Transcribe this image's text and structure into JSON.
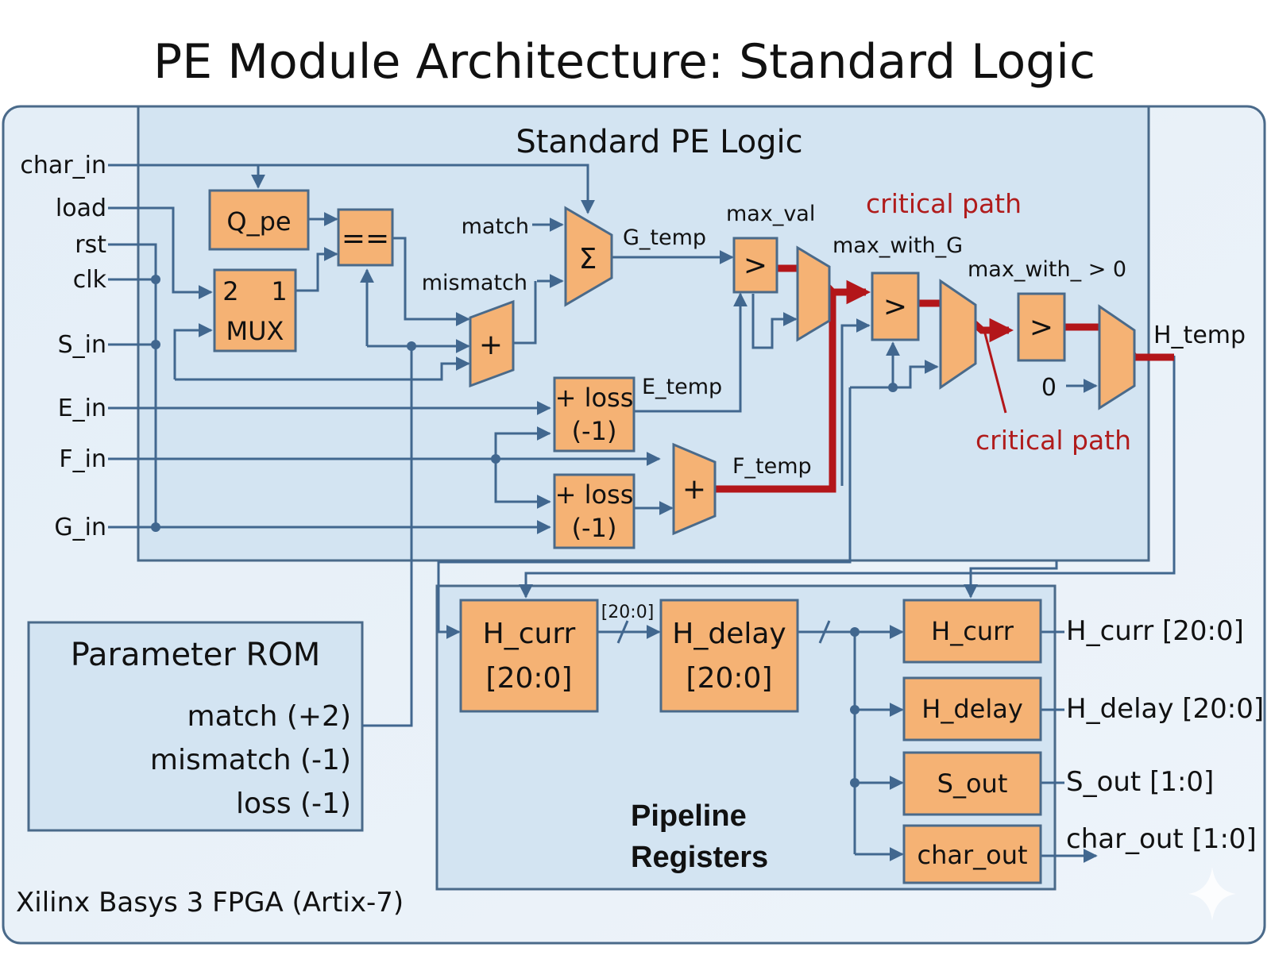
{
  "title": "PE Module Architecture: Standard Logic",
  "fpga_label": "Xilinx Basys 3 FPGA (Artix-7)",
  "standard_logic": {
    "title": "Standard PE Logic",
    "inputs": [
      "char_in",
      "load",
      "rst",
      "clk",
      "S_in",
      "E_in",
      "F_in",
      "G_in"
    ],
    "blocks": {
      "q_pe": "Q_pe",
      "mux_top": "2    1",
      "mux_bottom": "MUX",
      "equals": "==",
      "sum": "Σ",
      "adder_match": "+",
      "loss_e_line1": "+ loss",
      "loss_e_line2": "(-1)",
      "loss_f_line1": "+ loss",
      "loss_f_line2": "(-1)",
      "adder_f": "+",
      "cmp1": ">",
      "cmp2": ">",
      "cmp3": ">"
    },
    "signals": {
      "match": "match",
      "mismatch": "mismatch",
      "g_temp": "G_temp",
      "e_temp": "E_temp",
      "f_temp": "F_temp",
      "max_val": "max_val",
      "max_with_g": "max_with_G",
      "max_with_gt0": "max_with_ > 0",
      "zero": "0",
      "h_temp": "H_temp"
    },
    "critical_path_labels": [
      "critical path",
      "critical path"
    ]
  },
  "parameter_rom": {
    "title": "Parameter ROM",
    "params": [
      "match (+2)",
      "mismatch (-1)",
      "loss (-1)"
    ]
  },
  "pipeline": {
    "title_line1": "Pipeline",
    "title_line2": "Registers",
    "h_curr_reg": {
      "line1": "H_curr",
      "line2": "[20:0]"
    },
    "h_delay_reg": {
      "line1": "H_delay",
      "line2": "[20:0]"
    },
    "bus_label": "[20:0]",
    "outputs_regs": [
      "H_curr",
      "H_delay",
      "S_out",
      "char_out"
    ],
    "outputs": [
      "H_curr [20:0]",
      "H_delay [20:0]",
      "S_out [1:0]",
      "char_out [1:0]"
    ]
  },
  "colors": {
    "block_fill": "#f5b274",
    "wire": "#41678f",
    "critical": "#b3161a",
    "panel": "#d3e4f2",
    "outer": "#e6f0f8"
  }
}
